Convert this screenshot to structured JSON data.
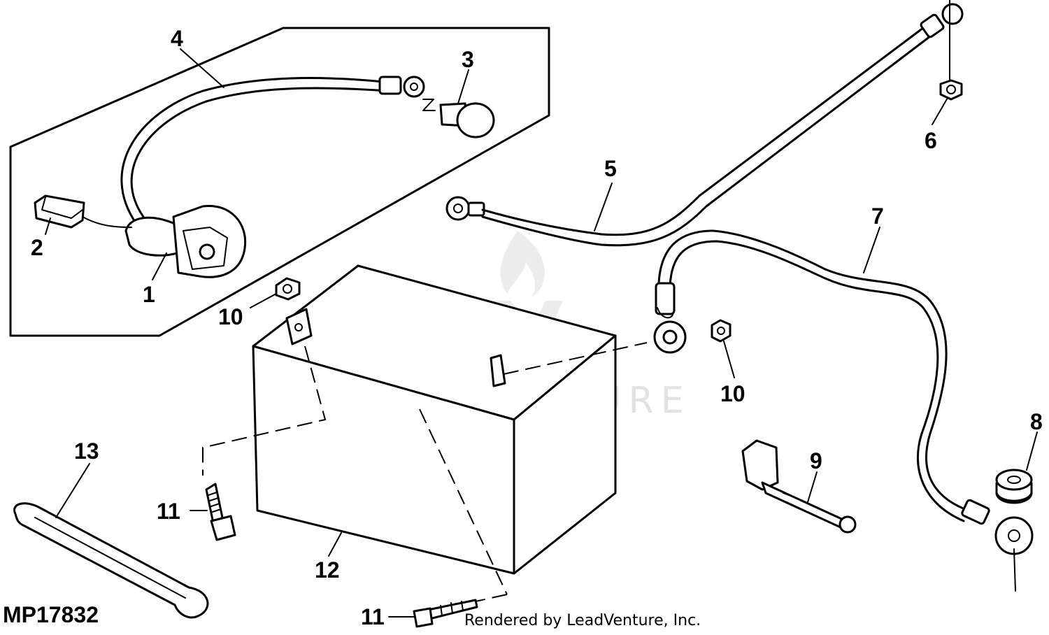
{
  "diagram": {
    "code": "MP17832",
    "credit": "Rendered by LeadVenture, Inc.",
    "watermark": "LEADVENTURE",
    "callouts": {
      "c1": "1",
      "c2": "2",
      "c3": "3",
      "c4": "4",
      "c5": "5",
      "c6": "6",
      "c7": "7",
      "c8": "8",
      "c9": "9",
      "c10a": "10",
      "c10b": "10",
      "c11a": "11",
      "c11b": "11",
      "c12": "12",
      "c13": "13"
    }
  }
}
